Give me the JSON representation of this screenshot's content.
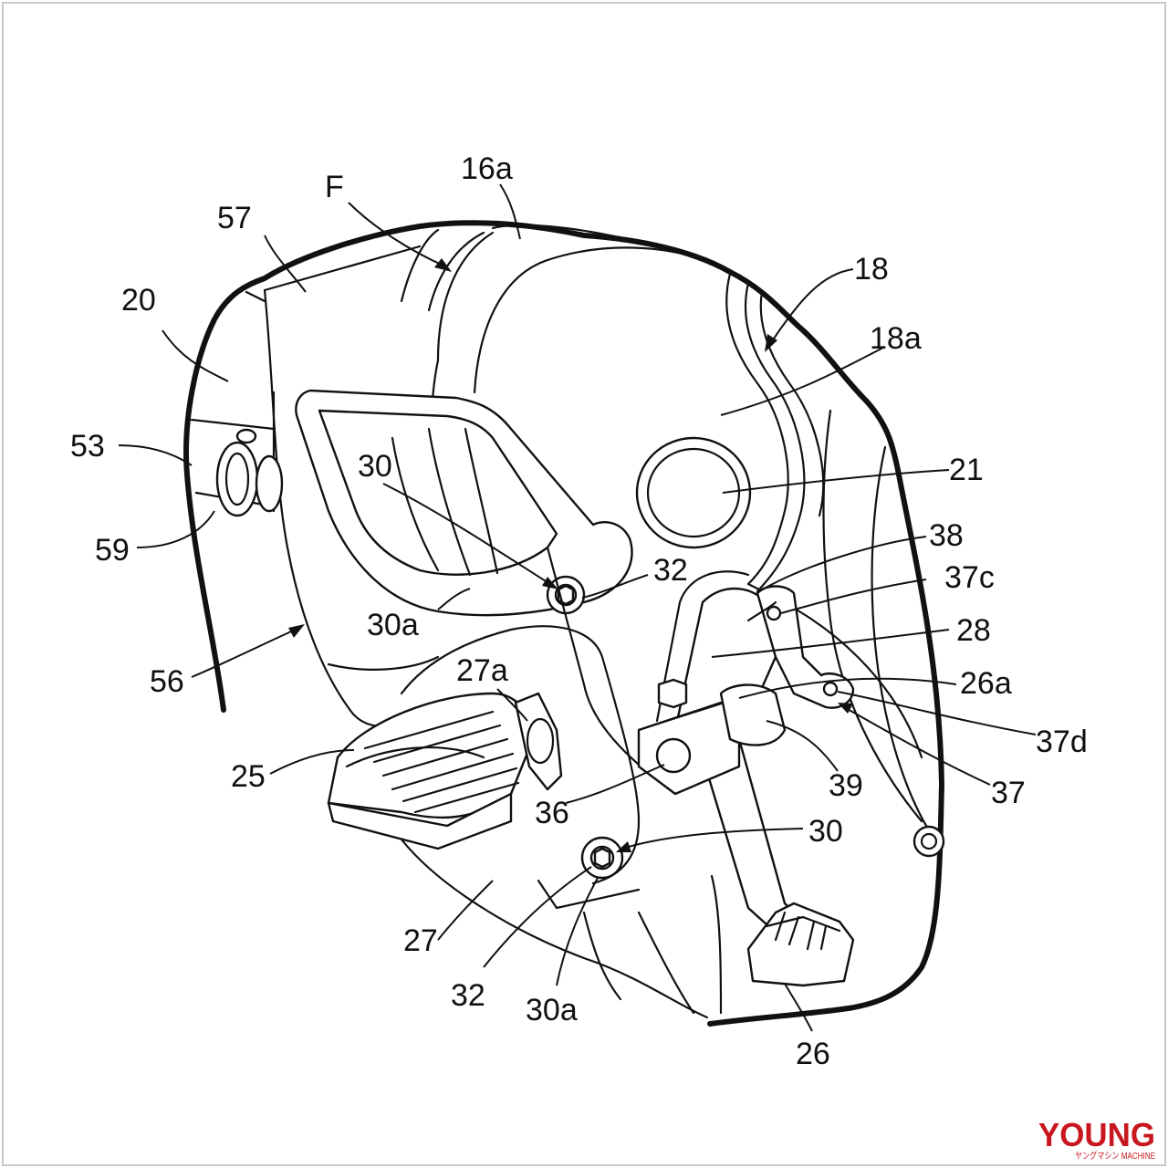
{
  "labels": {
    "F": "F",
    "16a": "16a",
    "57": "57",
    "20": "20",
    "18": "18",
    "18a": "18a",
    "53": "53",
    "30_upper": "30",
    "21": "21",
    "59": "59",
    "38": "38",
    "32_upper": "32",
    "37c": "37c",
    "30a_upper": "30a",
    "28": "28",
    "56": "56",
    "27a": "27a",
    "26a": "26a",
    "37d": "37d",
    "25": "25",
    "39": "39",
    "37": "37",
    "36": "36",
    "30_lower": "30",
    "27": "27",
    "32_lower": "32",
    "30a_lower": "30a",
    "26": "26"
  },
  "watermark": {
    "text": "YOUNG",
    "subtext": "ヤングマシン MACHINE",
    "color": "#c8171e"
  }
}
